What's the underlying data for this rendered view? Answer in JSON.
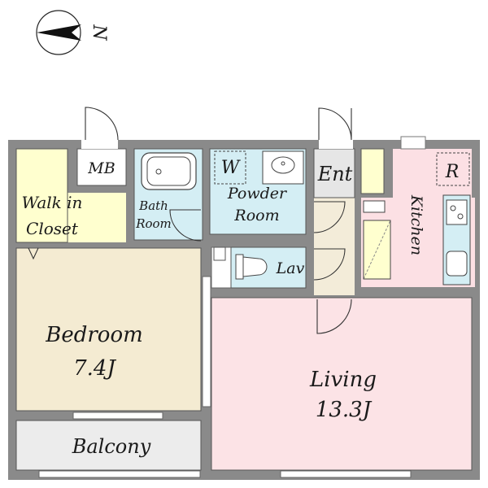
{
  "compass": {
    "label": "N"
  },
  "rooms": {
    "mb": {
      "label": "MB"
    },
    "walk_in_closet": {
      "line1": "Walk in",
      "line2": "Closet"
    },
    "bath_room": {
      "line1": "Bath",
      "line2": "Room"
    },
    "powder_room": {
      "line1": "Powder",
      "line2": "Room",
      "washer_label": "W"
    },
    "entrance": {
      "label": "Ent"
    },
    "kitchen": {
      "label": "Kitchen",
      "fridge_label": "R"
    },
    "lavatory": {
      "label": "Lav"
    },
    "bedroom": {
      "name": "Bedroom",
      "size": "7.4J"
    },
    "living": {
      "name": "Living",
      "size": "13.3J"
    },
    "balcony": {
      "label": "Balcony"
    }
  },
  "colors": {
    "wall": "#8a8a8a",
    "closet": "#ffffcf",
    "wet_area": "#d4eef4",
    "entrance": "#e6e6e6",
    "hall": "#f3ecd9",
    "kitchen": "#fce0e4",
    "bedroom": "#f4ebd2",
    "living": "#fce3e6",
    "balcony": "#ececec"
  }
}
